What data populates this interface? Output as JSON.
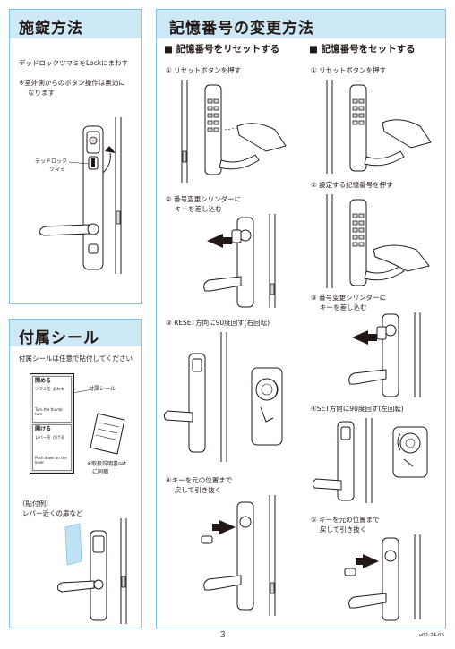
{
  "left_top": {
    "title": "施錠方法",
    "line1": "デッドロックツマミをLockにまわす",
    "note1": "※室外側からのボタン操作は無効に",
    "note2": "なります",
    "callout1": "デッドロック",
    "callout2": "ツマミ"
  },
  "left_bottom": {
    "title": "付属シール",
    "line1": "付属シールは任意で貼付してください",
    "seal_label": "付属シール",
    "manual1": "※取扱説明書set",
    "manual2": "に同梱",
    "place1": "〔貼付例〕",
    "place2": "レバー近くの扉など",
    "sticker": {
      "top_head": "閉める",
      "top_sub": "ツマミを まわす",
      "top_en": "Turn the thumb turn",
      "bot_head": "開ける",
      "bot_sub": "レバーを さげる",
      "bot_en": "Push down on the lever"
    }
  },
  "right": {
    "title": "記憶番号の変更方法",
    "reset_head": "■ 記憶番号をリセットする",
    "set_head": "■ 記憶番号をセットする",
    "reset_steps": {
      "s1": "① リセットボタンを押す",
      "s2a": "② 番号変更シリンダーに",
      "s2b": "キーを差し込む",
      "s3": "③ RESET方向に90度回す(右回転)",
      "s4a": "④キーを元の位置まで",
      "s4b": "戻して引き抜く"
    },
    "set_steps": {
      "s1": "① リセットボタンを押す",
      "s2": "② 設定する記憶番号を押す",
      "s3a": "③ 番号変更シリンダーに",
      "s3b": "キーを差し込む",
      "s4": "④SET方向に90度回す(左回転)",
      "s5a": "⑤ キーを元の位置まで",
      "s5b": "戻して引き抜く"
    }
  },
  "footer": {
    "page": "3",
    "code": "v02-24-05"
  },
  "colors": {
    "border": "#7fc3e6",
    "header": "#cde9f6",
    "ink": "#231815"
  }
}
